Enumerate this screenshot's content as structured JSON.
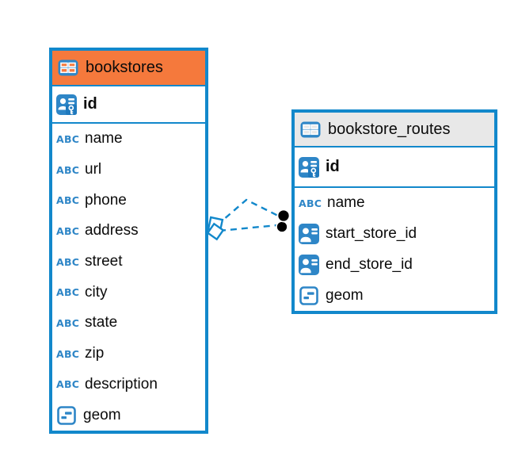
{
  "diagram": {
    "canvas_background": "#ffffff",
    "colors": {
      "table_border": "#1288cb",
      "bookstores_header": "#f5793c",
      "routes_header": "#e8e8e8",
      "icon_blue": "#2e86c7",
      "relationship_line": "#1288cb",
      "text": "#0b0b0b"
    },
    "type_labels": {
      "text": "ABC"
    },
    "tables": [
      {
        "name": "bookstores",
        "header_color": "#f5793c",
        "columns": [
          {
            "name": "id",
            "type": "primary-key"
          },
          {
            "name": "name",
            "type": "text"
          },
          {
            "name": "url",
            "type": "text"
          },
          {
            "name": "phone",
            "type": "text"
          },
          {
            "name": "address",
            "type": "text"
          },
          {
            "name": "street",
            "type": "text"
          },
          {
            "name": "city",
            "type": "text"
          },
          {
            "name": "state",
            "type": "text"
          },
          {
            "name": "zip",
            "type": "text"
          },
          {
            "name": "description",
            "type": "text"
          },
          {
            "name": "geom",
            "type": "geometry"
          }
        ]
      },
      {
        "name": "bookstore_routes",
        "header_color": "#e8e8e8",
        "columns": [
          {
            "name": "id",
            "type": "primary-key"
          },
          {
            "name": "name",
            "type": "text"
          },
          {
            "name": "start_store_id",
            "type": "reference"
          },
          {
            "name": "end_store_id",
            "type": "reference"
          },
          {
            "name": "geom",
            "type": "geometry"
          }
        ]
      }
    ],
    "relationships": [
      {
        "from": "bookstores",
        "to": "bookstore_routes",
        "line_style": "dashed"
      },
      {
        "from": "bookstores",
        "to": "bookstore_routes",
        "line_style": "dashed"
      }
    ]
  }
}
